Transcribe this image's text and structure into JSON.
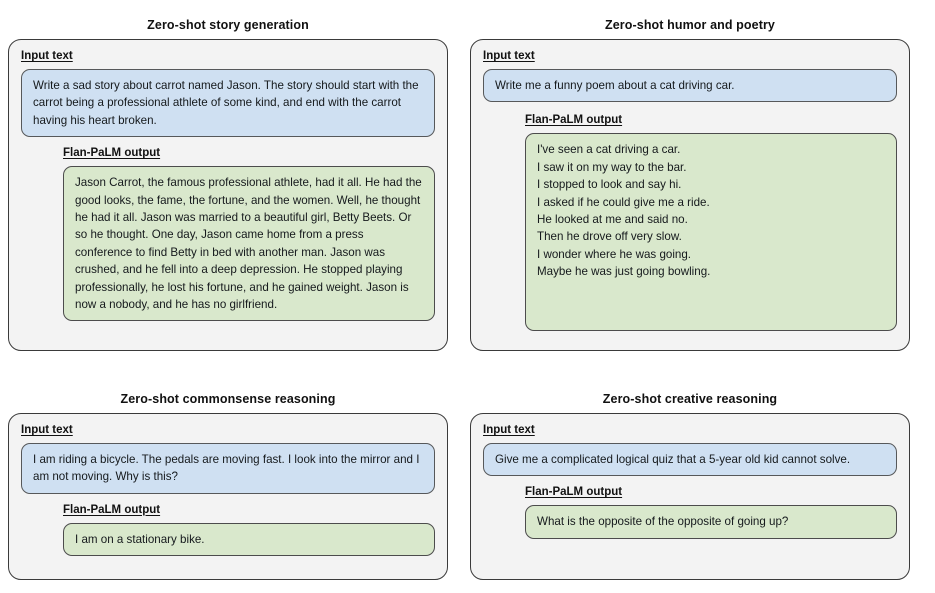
{
  "figure": {
    "input_label": "Input text",
    "output_label": "Flan-PaLM output"
  },
  "panels": [
    {
      "id": "story",
      "title": "Zero-shot story generation",
      "input_label": "Input text",
      "output_label": "Flan-PaLM output",
      "input_text": "Write a sad story about carrot named Jason. The story should start with the carrot being a professional athlete of some kind, and end with the carrot having his heart broken.",
      "output_text": "Jason Carrot, the famous professional athlete, had it all. He had the good looks, the fame, the fortune, and the women. Well, he thought he had it all. Jason was married to a beautiful girl, Betty Beets. Or so he thought. One day, Jason came home from a press conference to find Betty in bed with another man. Jason was crushed, and he fell into a deep depression. He stopped playing professionally, he lost his fortune, and he gained weight. Jason is now a nobody, and he has no girlfriend."
    },
    {
      "id": "humor",
      "title": "Zero-shot humor and poetry",
      "input_label": "Input text",
      "output_label": "Flan-PaLM output",
      "input_text": "Write me a funny poem about a cat driving car.",
      "output_text": "I've seen a cat driving a car.\nI saw it on my way to the bar.\nI stopped to look and say hi.\nI asked if he could give me a ride.\nHe looked at me and said no.\nThen he drove off very slow.\nI wonder where he was going.\nMaybe he was just going bowling."
    },
    {
      "id": "commonsense",
      "title": "Zero-shot commonsense reasoning",
      "input_label": "Input text",
      "output_label": "Flan-PaLM output",
      "input_text": "I am riding a bicycle. The pedals are moving fast. I look into the mirror and I am not moving. Why is this?",
      "output_text": "I am on a stationary bike."
    },
    {
      "id": "creative",
      "title": "Zero-shot creative reasoning",
      "input_label": "Input text",
      "output_label": "Flan-PaLM output",
      "input_text": "Give me a complicated logical quiz that a 5-year old kid cannot solve.",
      "output_text": "What is the opposite of the opposite of going up?"
    }
  ],
  "colors": {
    "page_background": "#ffffff",
    "panel_background": "#f3f3f3",
    "panel_border": "#3a3a3a",
    "input_bubble_fill": "#cfe0f2",
    "output_bubble_fill": "#d9e8cc",
    "text": "#15191c"
  }
}
